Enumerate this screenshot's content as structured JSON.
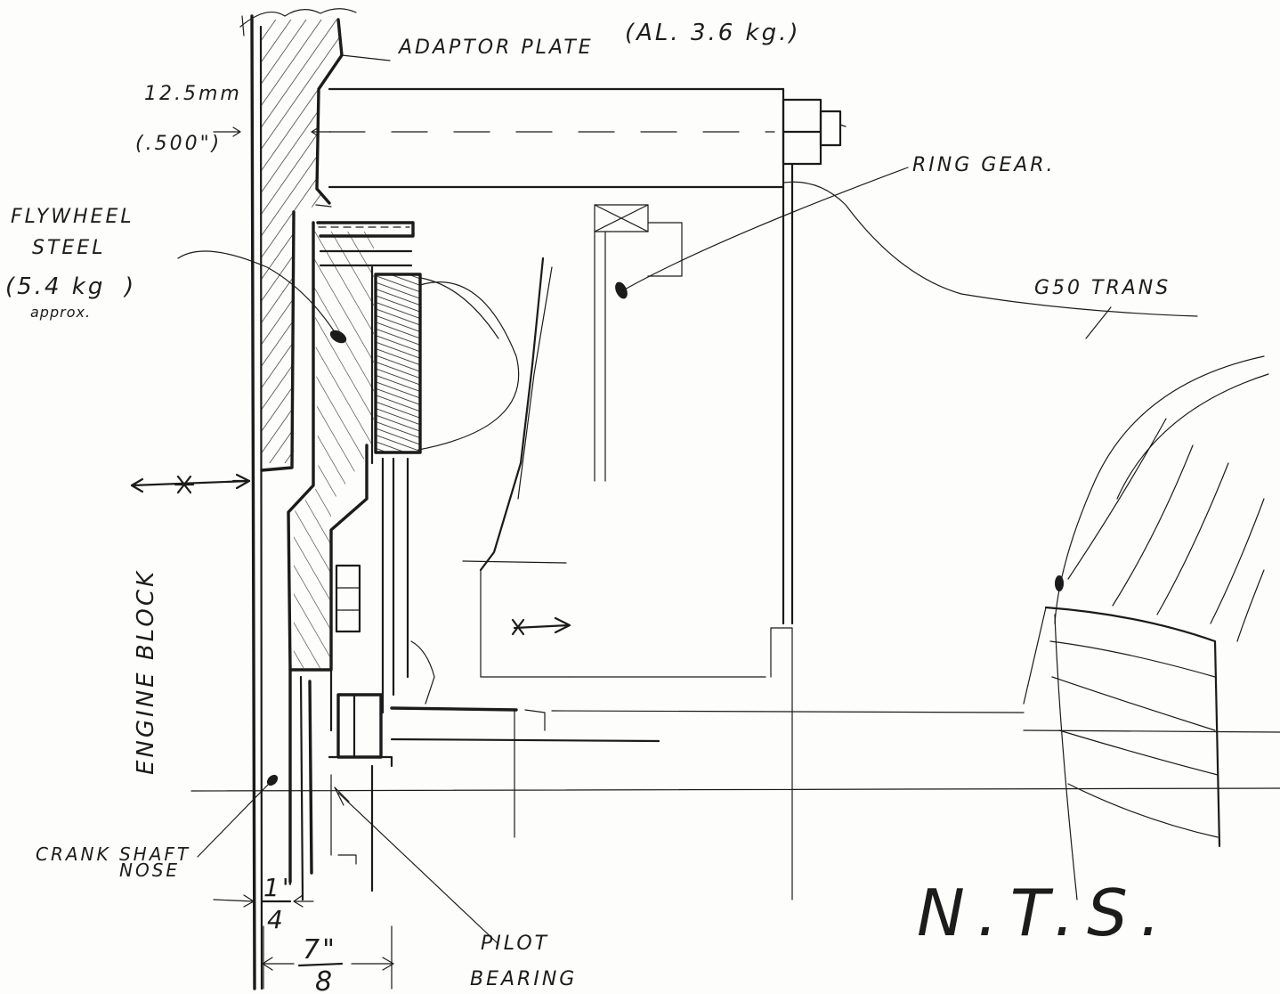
{
  "labels": {
    "adaptor_plate": "ADAPTOR PLATE",
    "adaptor_plate_spec": "(AL. 3.6 kg.)",
    "thickness_mm": "12.5mm",
    "thickness_in": "(.500\")",
    "flywheel_line1": "FLYWHEEL",
    "flywheel_line2": "STEEL",
    "flywheel_weight": "(5.4 kg",
    "flywheel_approx": "approx.",
    "ring_gear": "RING GEAR.",
    "trans": "G50 TRANS",
    "engine_block": "ENGINE BLOCK",
    "crank_line1": "CRANK SHAFT",
    "crank_line2": "NOSE",
    "pilot_line1": "PILOT",
    "pilot_line2": "BEARING",
    "dim_quarter_num": "1\"",
    "dim_quarter_den": "4",
    "dim_eighth_num": "7\"",
    "dim_eighth_den": "8",
    "nts": "N.T.S."
  },
  "colors": {
    "ink": "#1b1b1b",
    "paper": "#fdfdfb"
  }
}
